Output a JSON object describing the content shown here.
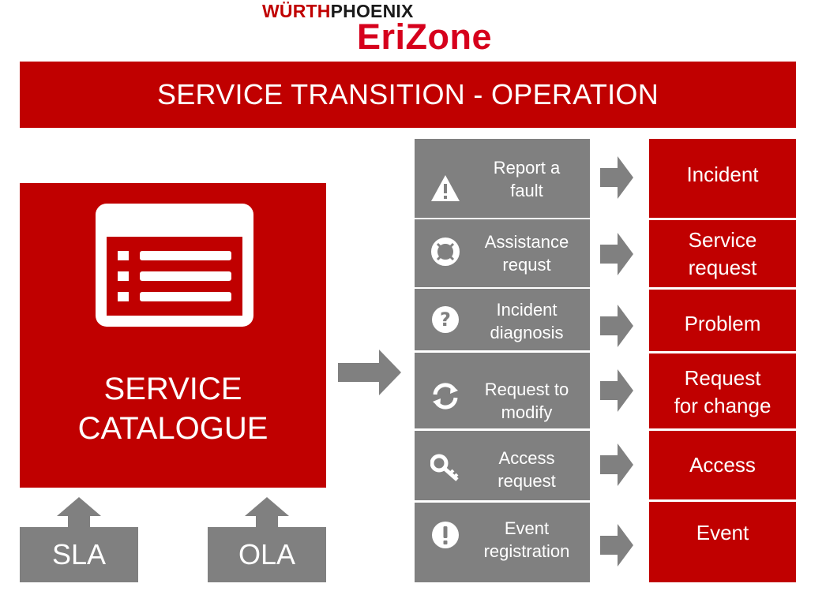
{
  "logo": {
    "brand_red": "WÜRTH",
    "brand_black": "PHOENIX",
    "product": "EriZone"
  },
  "banner": {
    "title": "SERVICE TRANSITION - OPERATION"
  },
  "catalogue": {
    "title_line1": "SERVICE",
    "title_line2": "CATALOGUE",
    "icon": "catalogue-list-icon"
  },
  "agreements": {
    "sla": "SLA",
    "ola": "OLA"
  },
  "requests": [
    {
      "line1": "Report a",
      "line2": "fault",
      "icon": "warning-icon"
    },
    {
      "line1": "Assistance",
      "line2": "requst",
      "icon": "lifebuoy-icon"
    },
    {
      "line1": "Incident",
      "line2": "diagnosis",
      "icon": "question-icon"
    },
    {
      "line1": "Request to",
      "line2": "modify",
      "icon": "refresh-icon"
    },
    {
      "line1": "Access",
      "line2": "request",
      "icon": "key-icon"
    },
    {
      "line1": "Event",
      "line2": "registration",
      "icon": "exclamation-icon"
    }
  ],
  "outcomes": [
    {
      "line1": "Incident",
      "line2": ""
    },
    {
      "line1": "Service",
      "line2": "request"
    },
    {
      "line1": "Problem",
      "line2": ""
    },
    {
      "line1": "Request",
      "line2": "for change"
    },
    {
      "line1": "Access",
      "line2": ""
    },
    {
      "line1": "Event",
      "line2": ""
    }
  ],
  "colors": {
    "red": "#c00000",
    "gray": "#808080",
    "logo_red": "#d6001c"
  }
}
